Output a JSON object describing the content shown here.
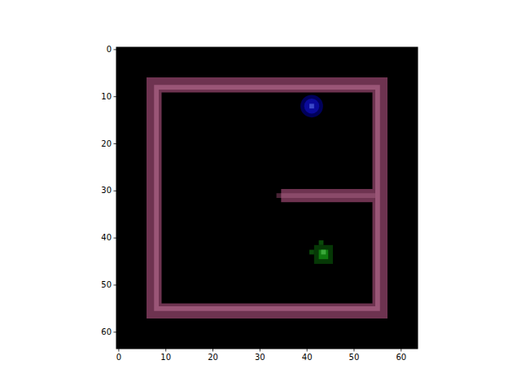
{
  "diagram": {
    "labels": [
      "0",
      "10",
      "20",
      "30",
      "40",
      "50",
      "60",
      "0",
      "10",
      "20",
      "30",
      "40",
      "50",
      "60"
    ]
  }
}
